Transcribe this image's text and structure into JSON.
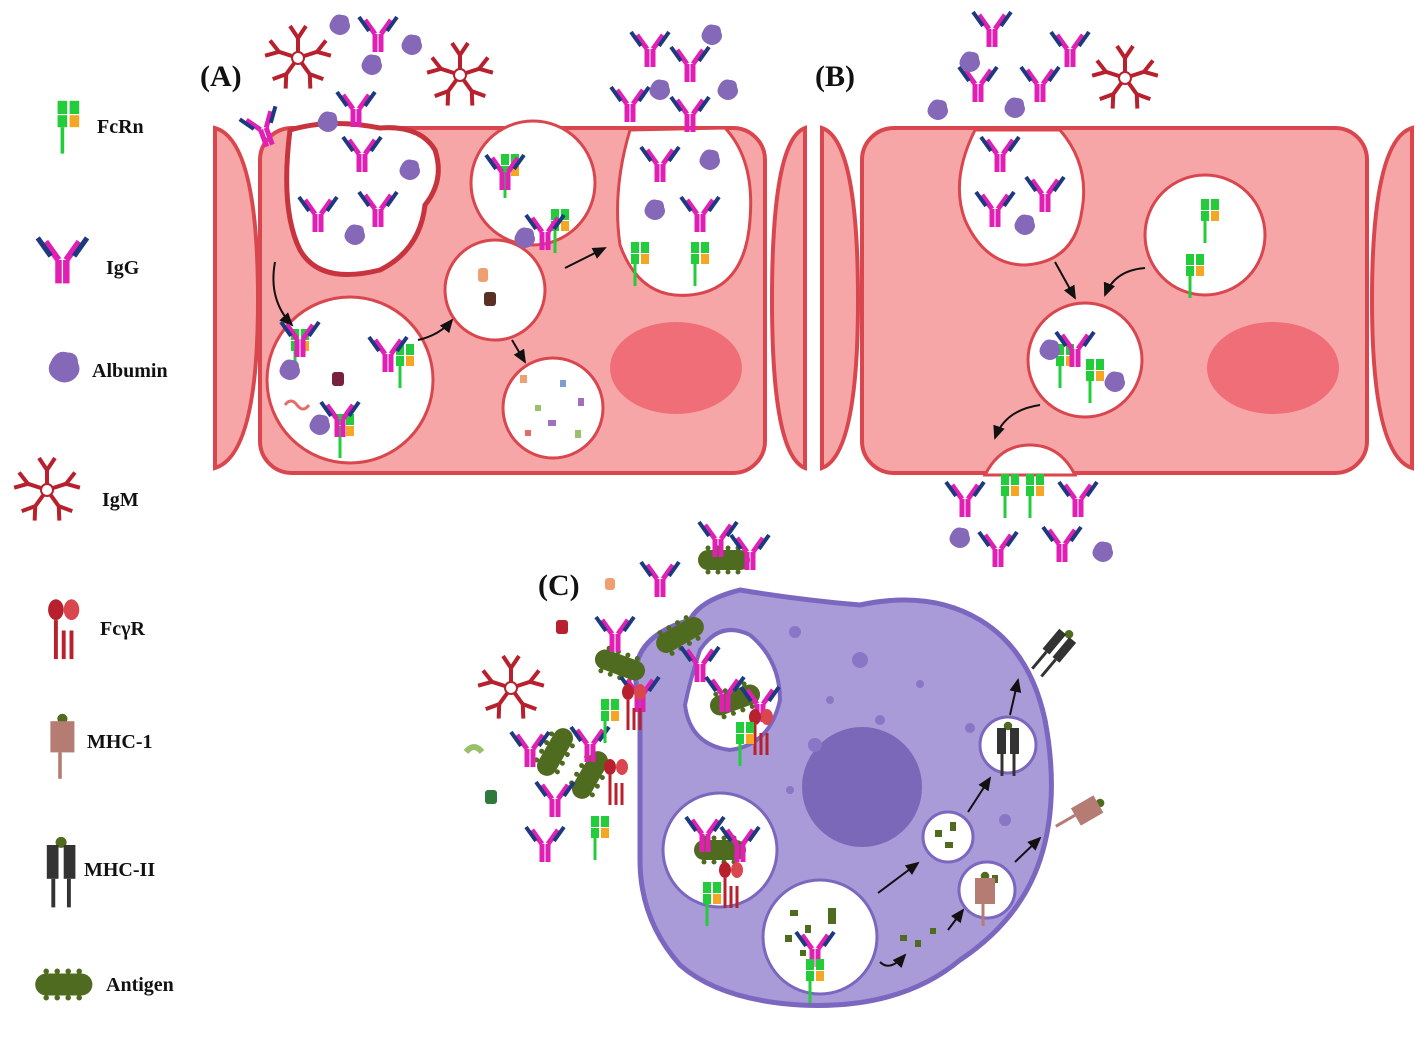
{
  "panels": {
    "a": "(A)",
    "b": "(B)",
    "c": "(C)"
  },
  "legend": {
    "fcrn": "FcRn",
    "igg": "IgG",
    "albumin": "Albumin",
    "igm": "IgM",
    "fcgr": "FcγR",
    "mhc1": "MHC-1",
    "mhc2": "MHC-II",
    "antigen": "Antigen"
  },
  "colors": {
    "cell_pink": "#f7a6a8",
    "cell_border": "#d9464e",
    "nucleus_pink": "#ef6e78",
    "macrophage": "#a99ad8",
    "macrophage_border": "#7c67c0",
    "macrophage_nucleus": "#7b68b8",
    "fcrn_green": "#22cc3a",
    "fcrn_orange": "#f5a623",
    "igg_magenta": "#e21fb5",
    "igg_navy": "#1d3a80",
    "albumin": "#8569b8",
    "igm_red": "#b8202d",
    "antigen": "#4e6b1f"
  }
}
